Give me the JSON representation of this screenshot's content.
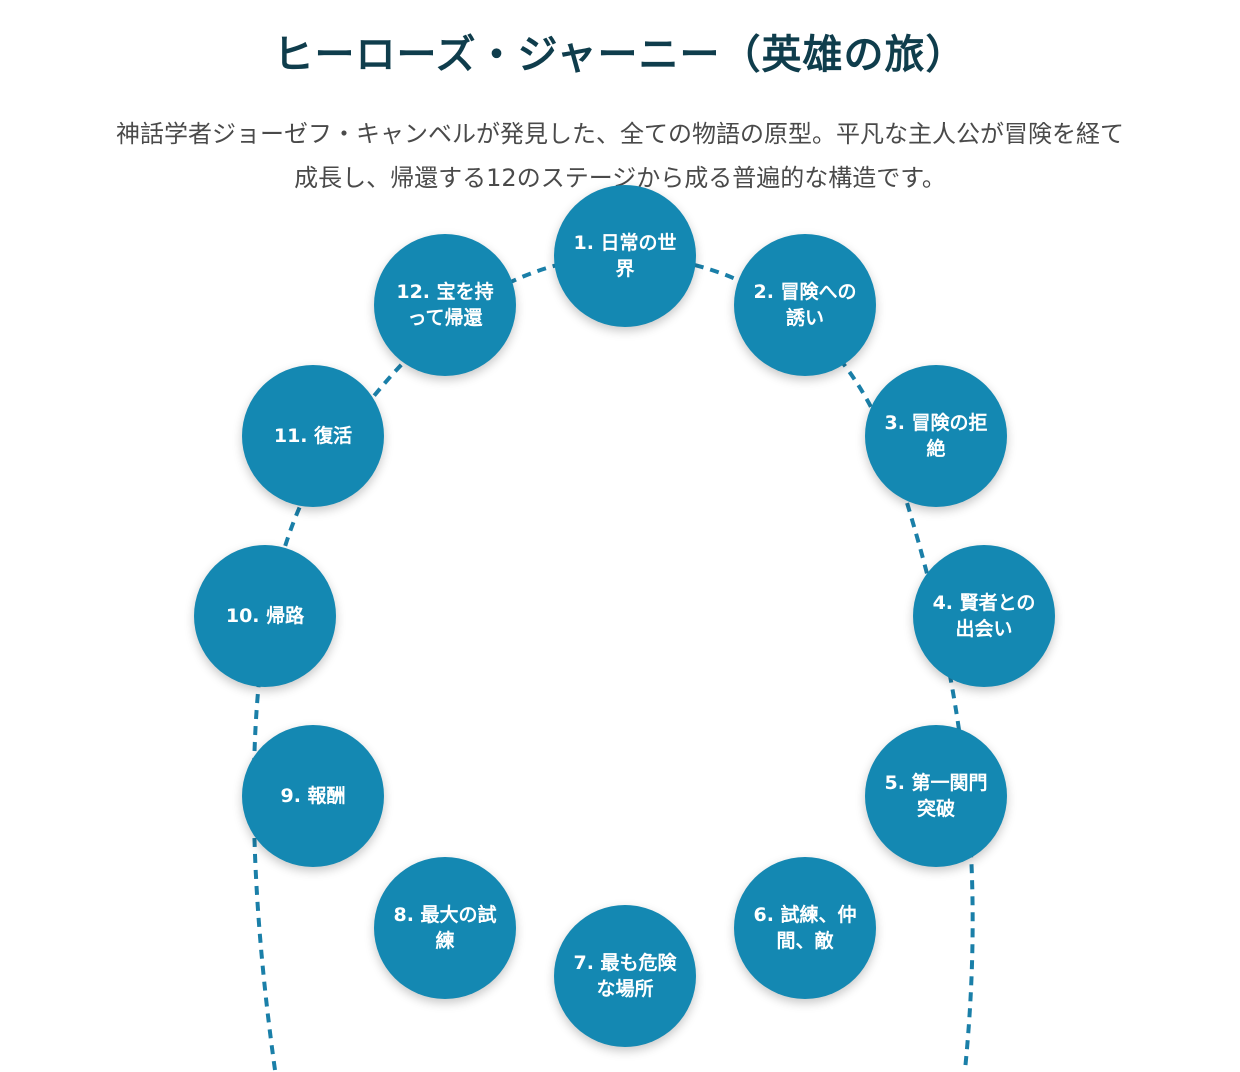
{
  "header": {
    "title": "ヒーローズ・ジャーニー（英雄の旅）",
    "subtitle_line1": "神話学者ジョーゼフ・キャンベルが発見した、全ての物語の原型。平凡な主人公が冒険を経て",
    "subtitle_line2": "成長し、帰還する12のステージから成る普遍的な構造です。"
  },
  "colors": {
    "title": "#0f3d4c",
    "node_fill": "#1488b2",
    "connector": "#1a7fa8",
    "node_text": "#ffffff",
    "subtitle": "#4a4a4a"
  },
  "stages": [
    {
      "label": "1. 日常の世界"
    },
    {
      "label": "2. 冒険への誘い"
    },
    {
      "label": "3. 冒険の拒絶"
    },
    {
      "label": "4. 賢者との出会い"
    },
    {
      "label": "5. 第一関門突破"
    },
    {
      "label": "6. 試練、仲間、敵"
    },
    {
      "label": "7. 最も危険な場所"
    },
    {
      "label": "8. 最大の試練"
    },
    {
      "label": "9. 報酬"
    },
    {
      "label": "10. 帰路"
    },
    {
      "label": "11. 復活"
    },
    {
      "label": "12. 宝を持って帰還"
    }
  ]
}
